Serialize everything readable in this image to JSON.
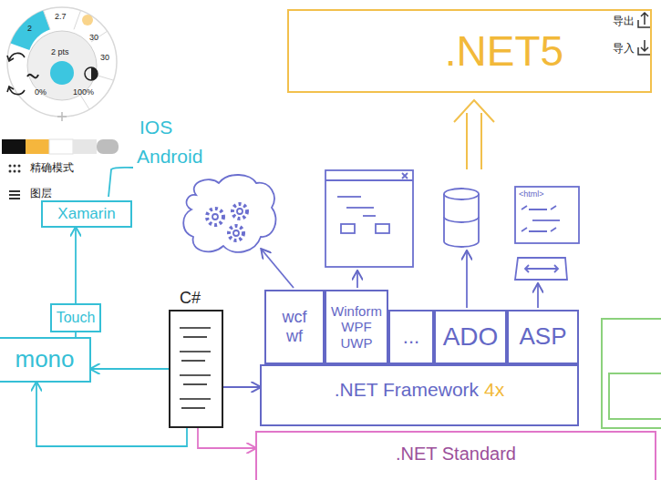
{
  "diagram": {
    "nodes": [
      {
        "text": [
          ".NET5"
        ]
      },
      {
        "text": [
          "Xamarin"
        ]
      },
      {
        "text": [
          "Touch"
        ]
      },
      {
        "text": [
          "mono"
        ]
      },
      {
        "text": [
          "C#"
        ]
      },
      {
        "text": [
          ".NET Framework",
          "4x"
        ]
      },
      {
        "text": [
          "wcf wf"
        ]
      },
      {
        "text": [
          "Winform WPF UWP"
        ]
      },
      {
        "text": [
          "..."
        ]
      },
      {
        "text": [
          "ADO"
        ]
      },
      {
        "text": [
          "ASP"
        ]
      },
      {
        "text": [
          ".NET Standard"
        ]
      }
    ],
    "edges": [
      {
        "from": 2,
        "to": 1,
        "arrow": "to"
      },
      {
        "from": 3,
        "to": 2,
        "arrow": "none"
      },
      {
        "from": 4,
        "to": 3,
        "arrow": "to"
      },
      {
        "from": 4,
        "to": 5,
        "arrow": "to"
      },
      {
        "from": 4,
        "to": 11,
        "arrow": "to"
      },
      {
        "from": 4,
        "to": 3,
        "arrow": "to"
      }
    ],
    "labels": [
      "2",
      "2.7",
      "30",
      "30",
      "2 pts",
      "0%",
      "100%",
      "导出",
      "导入",
      "精确模式",
      "图层",
      "IOS",
      "Android",
      "<html>"
    ]
  }
}
